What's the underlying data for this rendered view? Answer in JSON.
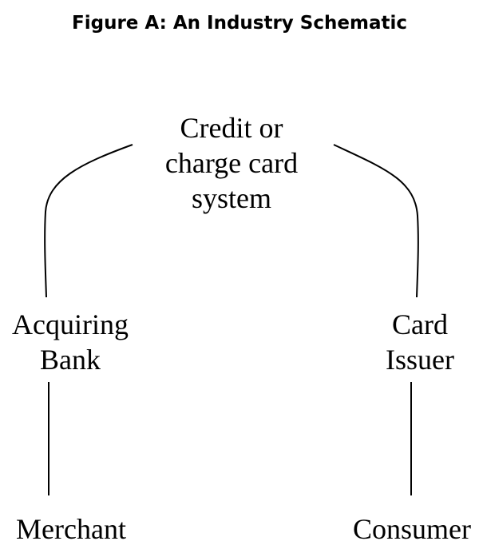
{
  "title": "Figure A: An Industry Schematic",
  "nodes": {
    "system": "Credit or\ncharge card\nsystem",
    "acquiring_bank": "Acquiring\nBank",
    "card_issuer": "Card\nIssuer",
    "merchant": "Merchant",
    "consumer": "Consumer"
  }
}
